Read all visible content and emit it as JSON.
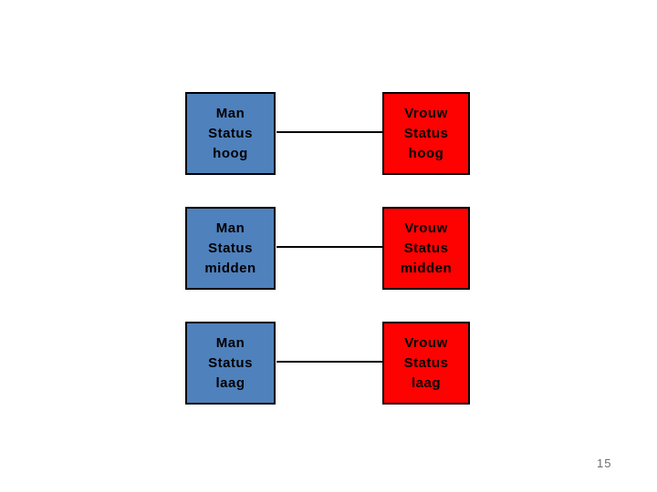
{
  "page": {
    "background": "#ffffff",
    "page_number": "15",
    "page_number_color": "#6d6d6d"
  },
  "diagram": {
    "connector_color": "#000000",
    "box_border_color": "#000000",
    "text_color": "#000000",
    "pairs": [
      {
        "left": {
          "fill": "#4f81bd",
          "lines": [
            "Man",
            "Status",
            "hoog"
          ]
        },
        "right": {
          "fill": "#fe0202",
          "lines": [
            "Vrouw",
            "Status",
            "hoog"
          ]
        }
      },
      {
        "left": {
          "fill": "#4f81bd",
          "lines": [
            "Man",
            "Status",
            "midden"
          ]
        },
        "right": {
          "fill": "#fe0202",
          "lines": [
            "Vrouw",
            "Status",
            "midden"
          ]
        }
      },
      {
        "left": {
          "fill": "#4f81bd",
          "lines": [
            "Man",
            "Status",
            "laag"
          ]
        },
        "right": {
          "fill": "#fe0202",
          "lines": [
            "Vrouw",
            "Status",
            "laag"
          ]
        }
      }
    ]
  }
}
